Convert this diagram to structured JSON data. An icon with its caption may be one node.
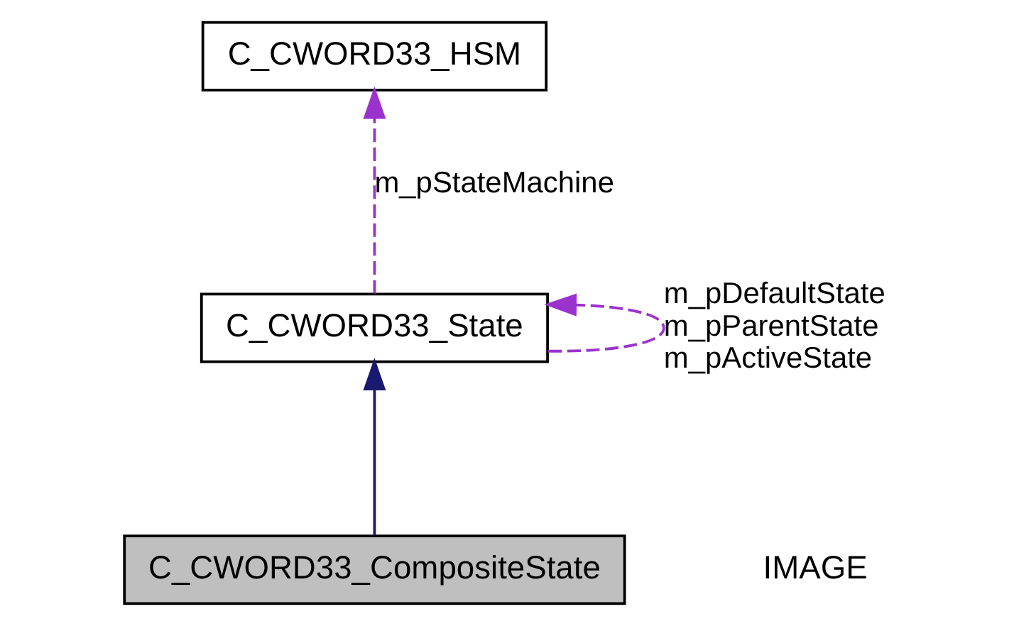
{
  "diagram": {
    "nodes": [
      {
        "text": [
          "C_CWORD33_HSM"
        ]
      },
      {
        "text": [
          "C_CWORD33_State"
        ]
      },
      {
        "text": [
          "C_CWORD33_CompositeState"
        ]
      }
    ],
    "edges": [
      {
        "from": 1,
        "to": 0,
        "arrow": "to",
        "label": "m_pStateMachine",
        "style": "dashed",
        "color": "#9a32cd"
      },
      {
        "from": 1,
        "to": 1,
        "arrow": "to",
        "label": "m_pDefaultState m_pParentState m_pActiveState",
        "style": "dashed",
        "color": "#9a32cd"
      },
      {
        "from": 2,
        "to": 1,
        "arrow": "to",
        "color": "#191970"
      }
    ],
    "labels": [
      "IMAGE"
    ]
  }
}
